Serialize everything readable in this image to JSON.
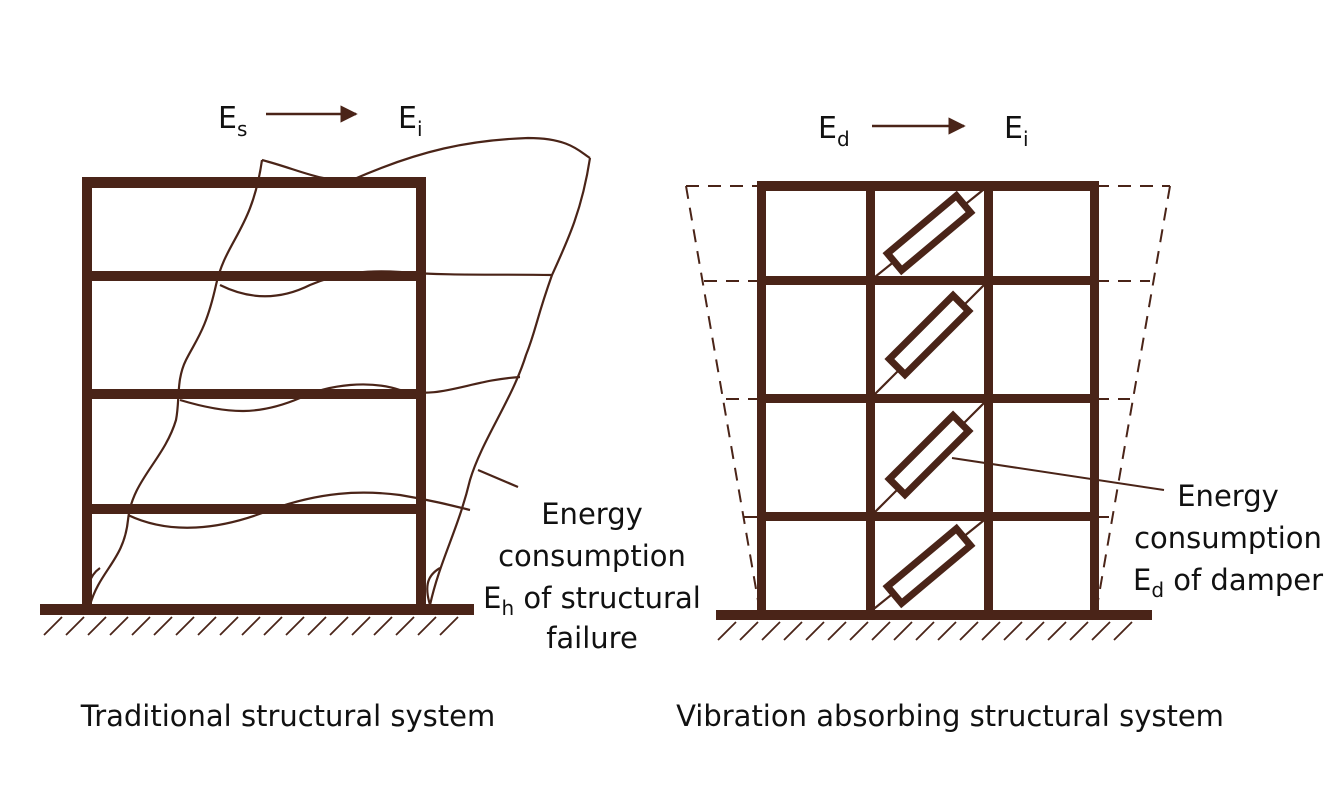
{
  "colors": {
    "structure": "#4a2418",
    "text": "#111111",
    "background": "#ffffff"
  },
  "left_panel": {
    "equation": {
      "from_main": "E",
      "from_sub": "s",
      "to_main": "E",
      "to_sub": "i"
    },
    "callout": {
      "line1": "Energy",
      "line2": "consumption",
      "line3_main": "E",
      "line3_sub": "h",
      "line3_rest": " of structural",
      "line4": "failure"
    },
    "caption": "Traditional structural system"
  },
  "right_panel": {
    "equation": {
      "from_main": "E",
      "from_sub": "d",
      "to_main": "E",
      "to_sub": "i"
    },
    "callout": {
      "line1": "Energy",
      "line2": "consumption",
      "line3_main": "E",
      "line3_sub": "d",
      "line3_rest": " of damper"
    },
    "caption": "Vibration absorbing structural system"
  }
}
